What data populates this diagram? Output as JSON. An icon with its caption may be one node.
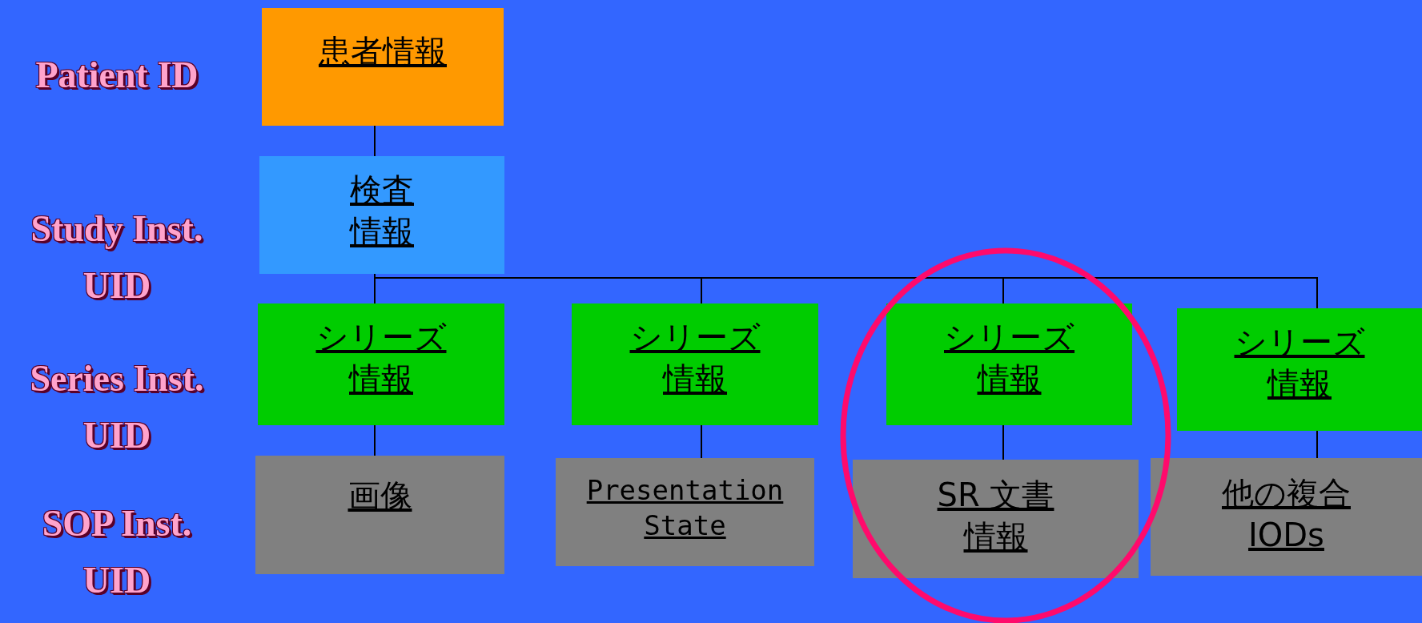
{
  "diagram": {
    "nodes": [
      {
        "text": [
          "患者情報"
        ]
      },
      {
        "text": [
          "検査情報"
        ]
      },
      {
        "text": [
          "シリーズ情報"
        ]
      },
      {
        "text": [
          "シリーズ情報"
        ]
      },
      {
        "text": [
          "シリーズ情報"
        ]
      },
      {
        "text": [
          "シリーズ情報"
        ]
      },
      {
        "text": [
          "画像"
        ]
      },
      {
        "text": [
          "Presentation State"
        ]
      },
      {
        "text": [
          "SR 文書情報"
        ]
      },
      {
        "text": [
          "他の複合 IODs"
        ]
      }
    ],
    "edges": [
      {
        "from": 0,
        "to": 1,
        "arrow": "none"
      },
      {
        "from": 1,
        "to": 2,
        "arrow": "none"
      },
      {
        "from": 1,
        "to": 3,
        "arrow": "none"
      },
      {
        "from": 1,
        "to": 4,
        "arrow": "none"
      },
      {
        "from": 1,
        "to": 5,
        "arrow": "none"
      },
      {
        "from": 2,
        "to": 6,
        "arrow": "none"
      },
      {
        "from": 3,
        "to": 7,
        "arrow": "none"
      },
      {
        "from": 4,
        "to": 8,
        "arrow": "none"
      },
      {
        "from": 5,
        "to": 9,
        "arrow": "none"
      }
    ],
    "labels": [
      "Patient ID",
      "Study Inst. UID",
      "Series Inst. UID",
      "SOP Inst. UID"
    ]
  }
}
